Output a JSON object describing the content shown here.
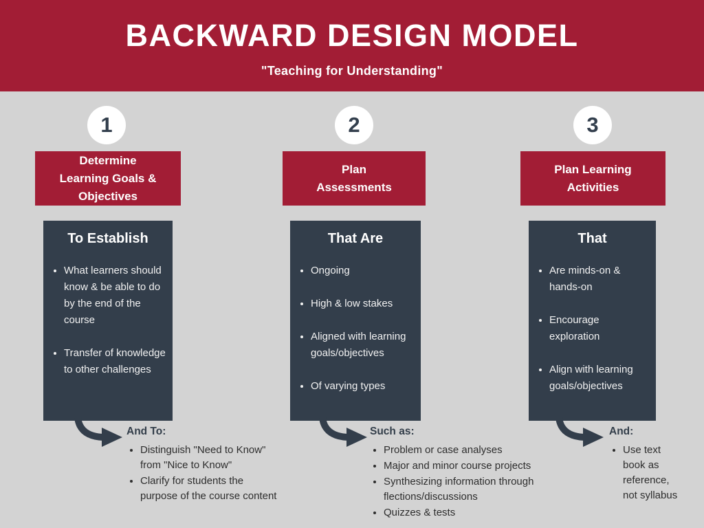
{
  "header": {
    "title": "BACKWARD DESIGN MODEL",
    "subtitle": "\"Teaching for Understanding\""
  },
  "colors": {
    "banner_red": "#A21D35",
    "header_box_red": "#A21D35",
    "dark_box": "#333E4B",
    "background": "#D3D3D3",
    "number_text": "#333F4D",
    "body_text": "#2D2D2D",
    "light_text": "#FFFFFF"
  },
  "columns": [
    {
      "number": "1",
      "header_lines": [
        "Determine",
        "Learning Goals &",
        "Objectives"
      ],
      "box_title": "To Establish",
      "box_bullets": [
        "What learners should know & be able to do by the end of the course",
        "Transfer of knowledge to other challenges"
      ],
      "arrow_label": "And To:",
      "arrow_bullets": [
        "Distinguish \"Need to Know\" from \"Nice to Know\"",
        "Clarify for students the purpose of the course content"
      ]
    },
    {
      "number": "2",
      "header_lines": [
        "Plan",
        "Assessments"
      ],
      "box_title": "That Are",
      "box_bullets": [
        "Ongoing",
        "High & low stakes",
        "Aligned with learning goals/objectives",
        "Of varying types"
      ],
      "arrow_label": "Such as:",
      "arrow_bullets": [
        "Problem or case analyses",
        "Major and minor course projects",
        "Synthesizing information through flections/discussions",
        "Quizzes & tests"
      ]
    },
    {
      "number": "3",
      "header_lines": [
        "Plan Learning",
        "Activities"
      ],
      "box_title": "That",
      "box_bullets": [
        "Are minds-on & hands-on",
        "Encourage exploration",
        "Align with learning goals/objectives"
      ],
      "arrow_label": "And:",
      "arrow_bullets": [
        "Use text book as reference, not syllabus"
      ]
    }
  ]
}
